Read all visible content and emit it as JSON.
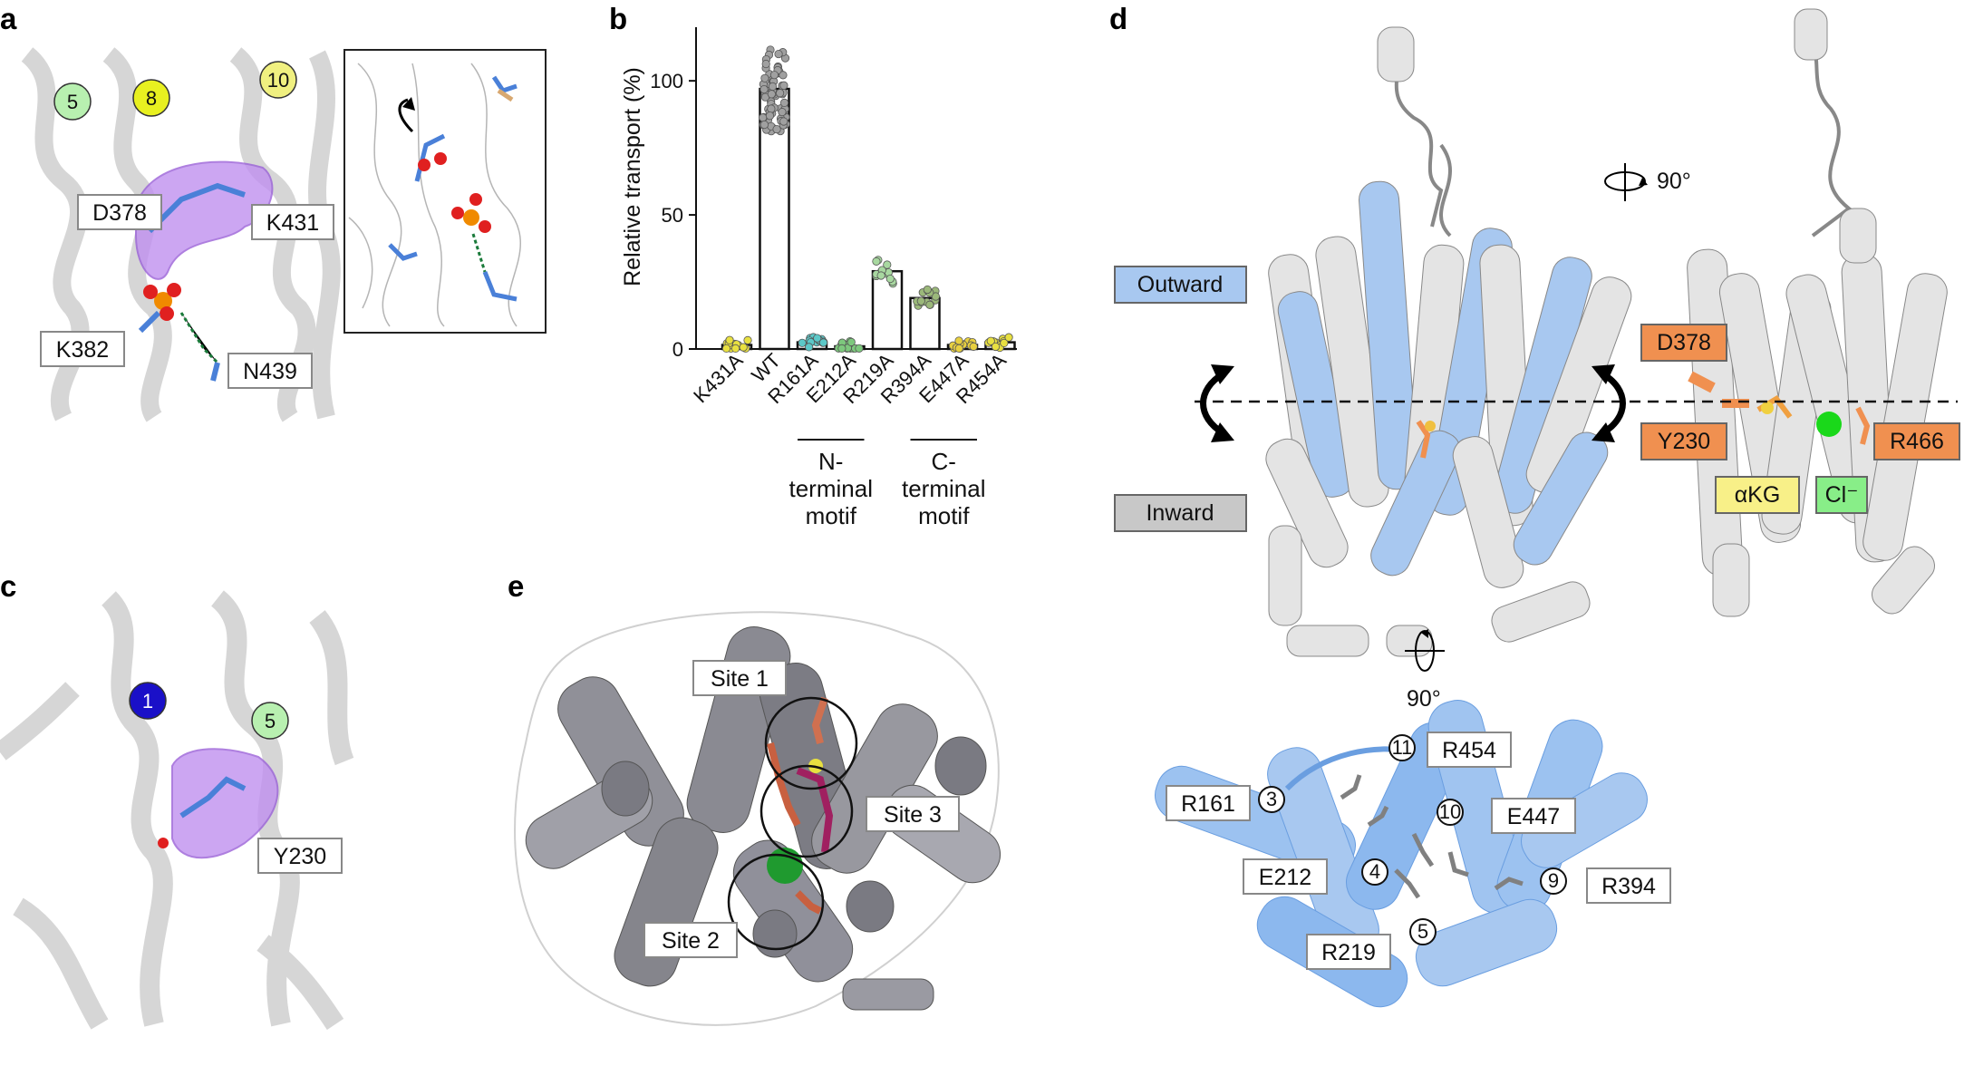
{
  "panels": {
    "a": {
      "letter": "a",
      "helices": [
        "5",
        "8",
        "10"
      ],
      "residues": [
        "D378",
        "K431",
        "K382",
        "N439"
      ]
    },
    "b": {
      "letter": "b"
    },
    "c": {
      "letter": "c",
      "helices": [
        "1",
        "5"
      ],
      "residue": "Y230"
    },
    "d": {
      "letter": "d",
      "outward": "Outward",
      "inward": "Inward",
      "rotation_right": "90°",
      "rotation_bottom": "90°",
      "right_residues": [
        "D378",
        "Y230",
        "R466"
      ],
      "ligand": "αKG",
      "ion": "Cl⁻",
      "bottom_residues": [
        "R454",
        "R161",
        "E447",
        "E212",
        "R394",
        "R219"
      ],
      "bottom_helices": [
        "11",
        "3",
        "10",
        "4",
        "9",
        "5"
      ]
    },
    "e": {
      "letter": "e",
      "sites": [
        "Site 1",
        "Site 3",
        "Site 2"
      ]
    }
  },
  "chart_data": {
    "type": "bar",
    "ylabel": "Relative transport (%)",
    "ylim": [
      0,
      120
    ],
    "yticks": [
      "0",
      "50",
      "100"
    ],
    "categories": [
      "K431A",
      "WT",
      "R161A",
      "E212A",
      "R219A",
      "R394A",
      "E447A",
      "R454A"
    ],
    "values": [
      1.5,
      97,
      2.5,
      1,
      29,
      19,
      1.5,
      2.5
    ],
    "point_colors": [
      "#e8e040",
      "#a0a0a0",
      "#5cc8c8",
      "#7dc87d",
      "#a8d8a0",
      "#9bb87a",
      "#e8d040",
      "#e8e040"
    ],
    "groups": [
      {
        "label_lines": [
          "N-",
          "terminal",
          "motif"
        ],
        "categories": [
          "R161A",
          "E212A"
        ]
      },
      {
        "label_lines": [
          "C-",
          "terminal",
          "motif"
        ],
        "categories": [
          "R394A",
          "E447A"
        ]
      }
    ]
  },
  "colors": {
    "outward": "#a8c8f0",
    "inward": "#c8c8c8",
    "highlight_orange": "#f09050",
    "ligand_yellow": "#f8f088",
    "ion_green": "#88ee88",
    "helix_blue": "#1a10c8",
    "helix_green": "#b8f0b0",
    "helix_yellow": "#e8f020",
    "helix_yellow2": "#f0f080",
    "density_purple": "#b070e8"
  }
}
